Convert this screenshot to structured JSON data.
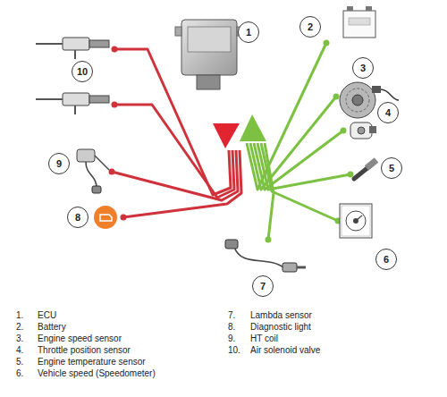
{
  "diagram": {
    "nodes": [
      {
        "text": [
          "1"
        ]
      },
      {
        "text": [
          "2"
        ]
      },
      {
        "text": [
          "3"
        ]
      },
      {
        "text": [
          "4"
        ]
      },
      {
        "text": [
          "5"
        ]
      },
      {
        "text": [
          "6"
        ]
      },
      {
        "text": [
          "7"
        ]
      },
      {
        "text": [
          "8"
        ]
      },
      {
        "text": [
          "9"
        ]
      },
      {
        "text": [
          "10"
        ]
      }
    ],
    "labels": [
      "1.",
      "ECU",
      "2.",
      "Battery",
      "3.",
      "Engine speed sensor",
      "4.",
      "Throttle position sensor",
      "5.",
      "Engine temperature sensor",
      "6.",
      "Vehicle speed (Speedometer)",
      "7.",
      "Lambda sensor",
      "8.",
      "Diagnostic light",
      "9.",
      "HT coil",
      "10.",
      "Air solenoid valve"
    ]
  }
}
